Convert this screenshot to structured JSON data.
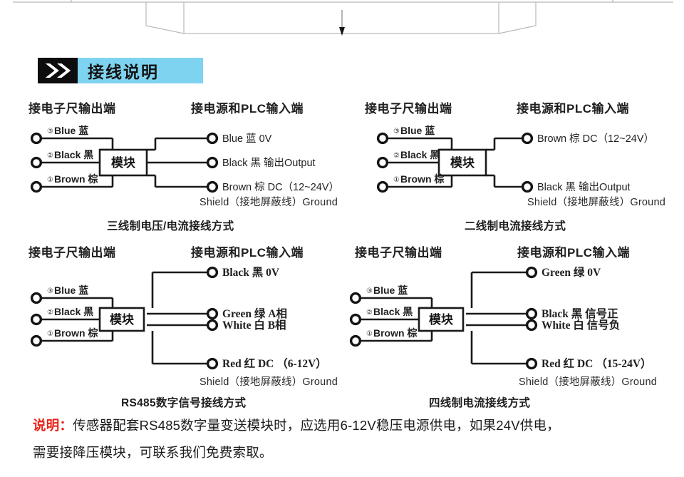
{
  "banner": {
    "title": "接线说明",
    "chevron_icon": "double-chevron-right-icon",
    "bg_color": "#7ed3f1",
    "block_color": "#0d0d0d"
  },
  "common": {
    "head_left": "接电子尺输出端",
    "head_right": "接电源和PLC输入端",
    "module_label": "模块",
    "shield_note": "Shield（接地屏蔽线）Ground",
    "left_terminals": [
      {
        "num": "③",
        "label": "Blue 蓝"
      },
      {
        "num": "②",
        "label": "Black 黑"
      },
      {
        "num": "①",
        "label": "Brown 棕"
      }
    ]
  },
  "diagrams": [
    {
      "id": "three-wire-voltage-current",
      "caption": "三线制电压/电流接线方式",
      "font": "sans",
      "right_terminals": [
        "Blue 蓝 0V",
        "Black 黑 输出Output",
        "Brown 棕 DC（12~24V）"
      ]
    },
    {
      "id": "two-wire-current",
      "caption": "二线制电流接线方式",
      "font": "sans",
      "right_terminals": [
        "Brown 棕 DC（12~24V）",
        "Black 黑 输出Output"
      ]
    },
    {
      "id": "rs485-digital-signal",
      "caption": "RS485数字信号接线方式",
      "font": "serif",
      "right_terminals": [
        "Black 黑  0V",
        "Green 绿  A相",
        "White 白  B相",
        "Red 红  DC （6-12V）"
      ]
    },
    {
      "id": "four-wire-current",
      "caption": "四线制电流接线方式",
      "font": "serif",
      "right_terminals": [
        "Green 绿  0V",
        "Black 黑  信号正",
        "White 白  信号负",
        "Red 红  DC （15-24V）"
      ]
    }
  ],
  "note": {
    "label": "说明：",
    "line1": "传感器配套RS485数字量变送模块时，应选用6-12V稳压电源供电，如果24V供电，",
    "line2": "需要接降压模块，可联系我们免费索取。",
    "label_color": "#e8231a"
  }
}
